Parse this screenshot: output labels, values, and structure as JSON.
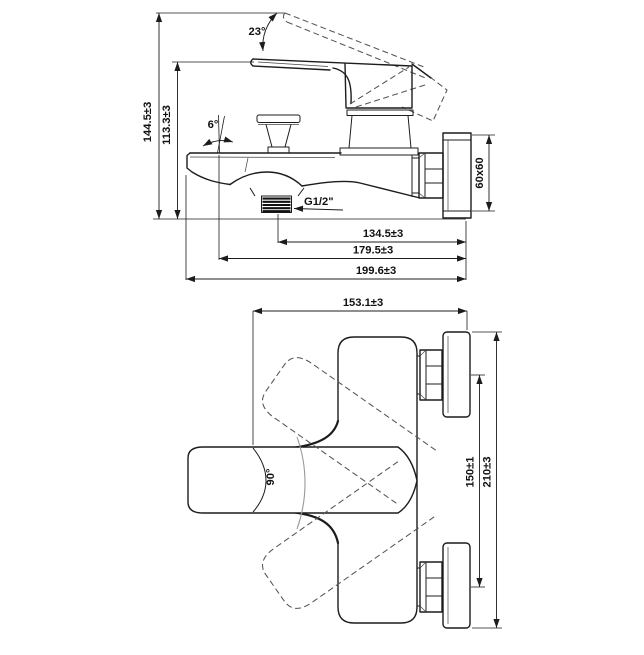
{
  "drawing": {
    "kind": "wall-mounted bath/shower mixer installation dimensions",
    "style": {
      "background": "#ffffff",
      "outline_color": "#1c1c1c",
      "dimension_color": "#1c1c1c",
      "phantom_color": "#555555",
      "swing_arc_color": "#999999"
    },
    "side_view": {
      "labels": {
        "overall_height": "144.5±3",
        "spout_height": "113.3±3",
        "handle_lift_angle": "23°",
        "spout_tilt_angle": "6°",
        "outlet_thread": "G1/2\"",
        "wall_flange_size": "60x60",
        "outlet_to_wall": "134.5±3",
        "tip_ref_to_wall": "179.5±3",
        "overall_projection": "199.6±3"
      }
    },
    "plan_view": {
      "labels": {
        "body_projection": "153.1±3",
        "handle_swing_angle": "90°",
        "inlet_centers": "150±1",
        "overall_width": "210±3"
      }
    }
  }
}
